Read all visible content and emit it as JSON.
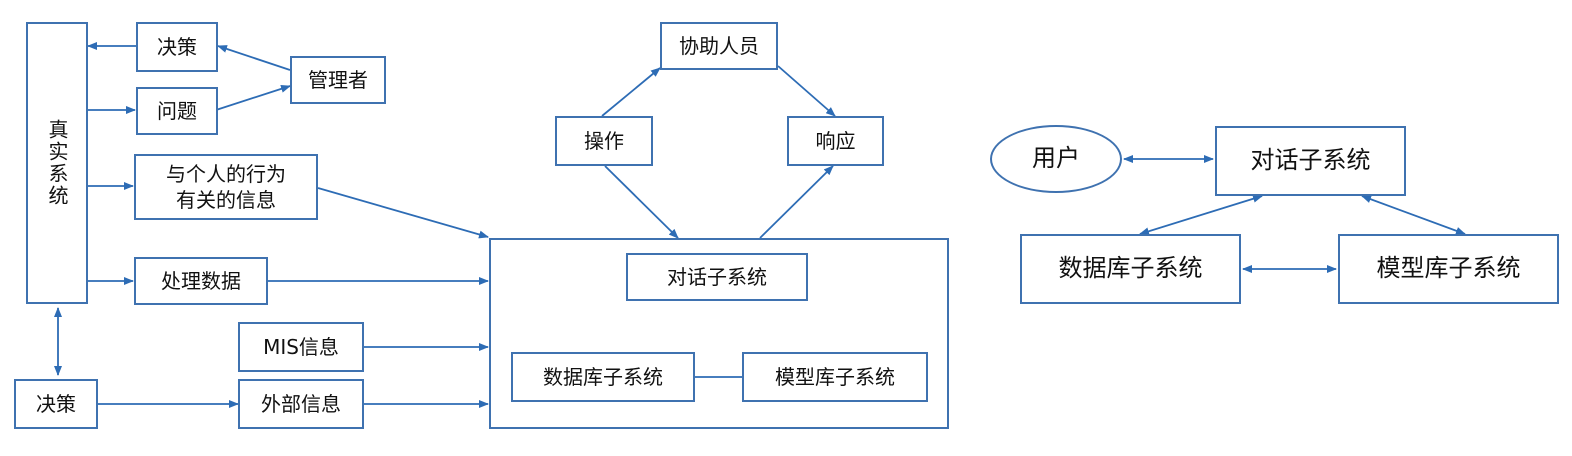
{
  "colors": {
    "line": "#2d6cb5",
    "border": "#3f72b0"
  },
  "left": {
    "real_system": "真实系统",
    "decision_top": "决策",
    "manager": "管理者",
    "problem": "问题",
    "personal_info_line1": "与个人的行为",
    "personal_info_line2": "有关的信息",
    "process_data": "处理数据",
    "mis_info": "MIS信息",
    "decision_bottom": "决策",
    "external_info": "外部信息"
  },
  "middle": {
    "helper": "协助人员",
    "operate": "操作",
    "respond": "响应",
    "dialog": "对话子系统",
    "database": "数据库子系统",
    "model": "模型库子系统"
  },
  "right": {
    "user": "用户",
    "dialog": "对话子系统",
    "database": "数据库子系统",
    "model": "模型库子系统"
  }
}
